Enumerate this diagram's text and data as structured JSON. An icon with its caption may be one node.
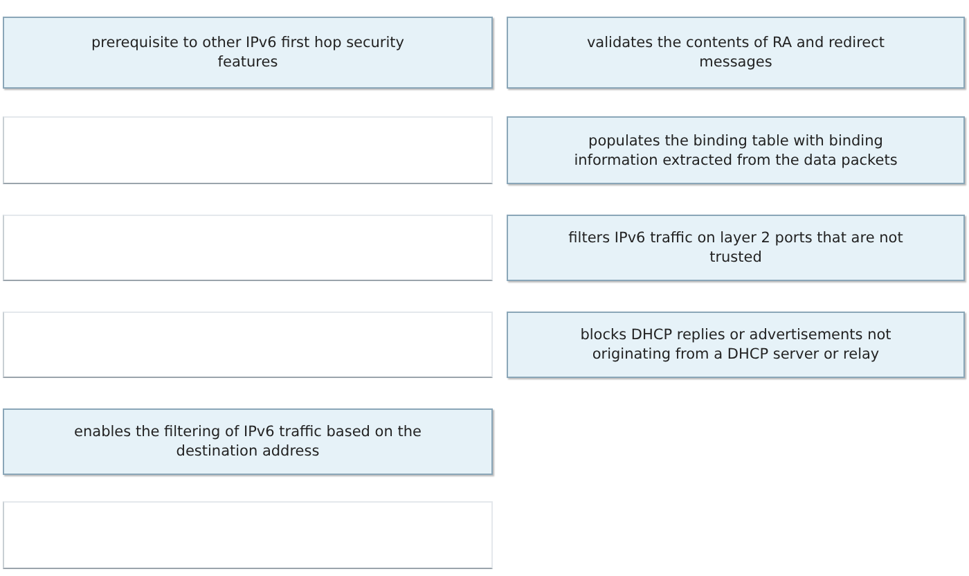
{
  "diagram": {
    "nodes": [
      {
        "text": [
          "prerequisite to other IPv6 first hop security features"
        ]
      },
      {
        "text": [
          "validates the contents of RA and redirect messages"
        ]
      },
      {
        "text": [],
        "shape": "box"
      },
      {
        "text": [
          "populates the binding table with binding information extracted from the data packets"
        ]
      },
      {
        "text": [],
        "shape": "box"
      },
      {
        "text": [
          "filters IPv6 traffic on layer 2 ports that are not trusted"
        ]
      },
      {
        "text": [],
        "shape": "box"
      },
      {
        "text": [
          "blocks DHCP replies or advertisements not originating from a DHCP server or relay"
        ]
      },
      {
        "text": [
          "enables the filtering of IPv6 traffic based on the destination address"
        ]
      },
      {
        "text": [],
        "shape": "box"
      }
    ]
  }
}
